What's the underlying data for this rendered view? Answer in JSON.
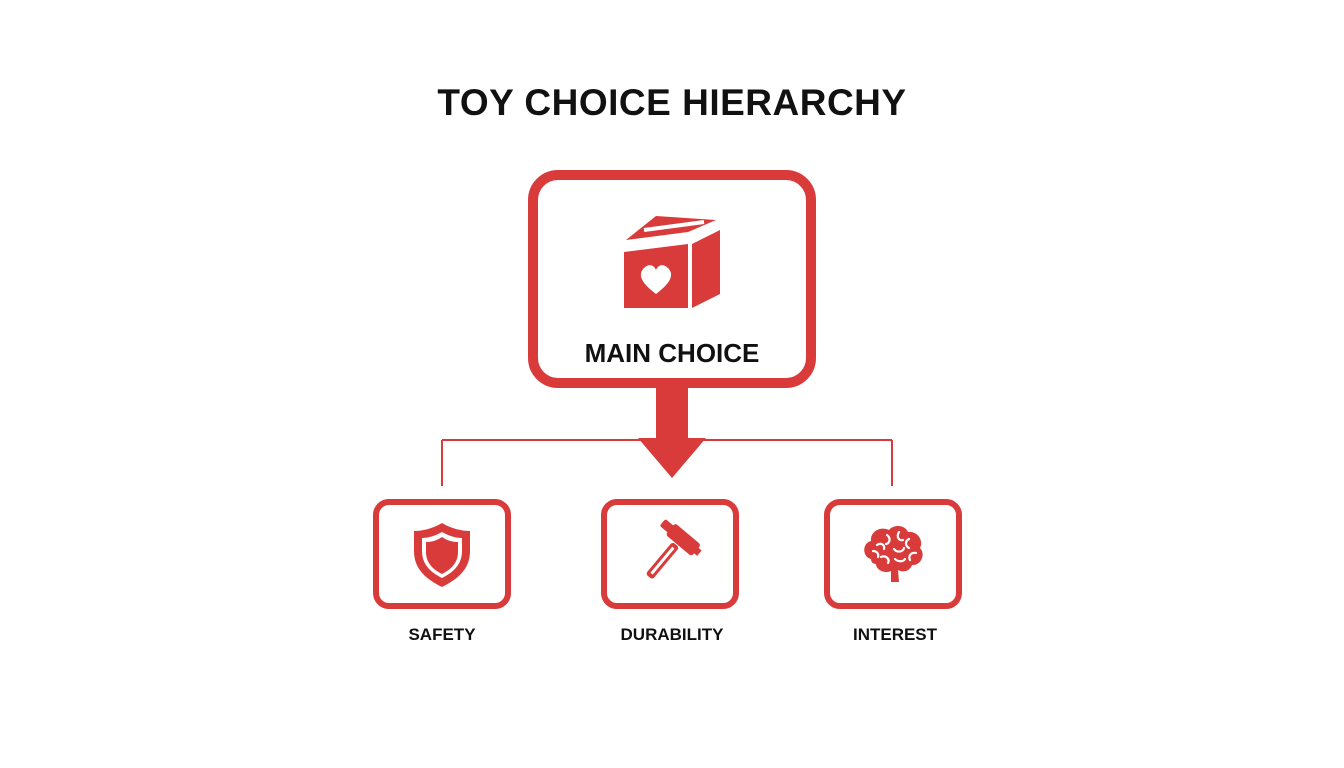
{
  "title": "TOY CHOICE HIERARCHY",
  "colors": {
    "accent": "#d93a3a",
    "text": "#111111",
    "background": "#ffffff"
  },
  "root": {
    "label": "MAIN CHOICE",
    "icon": "toy-box-heart-icon"
  },
  "children": [
    {
      "label": "SAFETY",
      "icon": "shield-icon"
    },
    {
      "label": "DURABILITY",
      "icon": "hammer-icon"
    },
    {
      "label": "INTEREST",
      "icon": "brain-icon"
    }
  ]
}
